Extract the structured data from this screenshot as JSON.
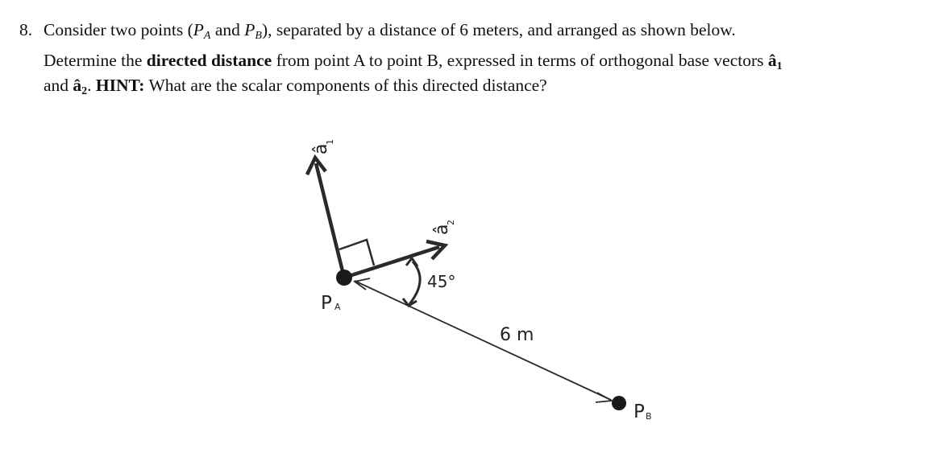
{
  "problem": {
    "number": "8.",
    "line1_a": "Consider two points (",
    "pa_letter": "P",
    "pa_sub": "A",
    "line1_b": " and ",
    "pb_letter": "P",
    "pb_sub": "B",
    "line1_c": "), separated by a distance of 6 meters, and arranged as shown below.",
    "p2_a": "Determine the ",
    "p2_bold": "directed distance",
    "p2_b": " from point A to point B, expressed in terms of orthogonal base vectors ",
    "vec1_letter": "â",
    "vec1_sub": "1",
    "p2_c": " and ",
    "vec2_letter": "â",
    "vec2_sub": "2",
    "p2_d": ". ",
    "hint_label": "HINT:",
    "hint_text": " What are the scalar components of this directed distance?"
  },
  "diagram": {
    "a1_hat": "â",
    "a1_sub": "1",
    "a2_hat": "â",
    "a2_sub": "2",
    "angle_label": "45°",
    "distance_label": "6 m",
    "pa_label": "P",
    "pa_label_sub": "A",
    "pb_label": "P",
    "pb_label_sub": "B",
    "stroke_color": "#2a2a2a"
  }
}
